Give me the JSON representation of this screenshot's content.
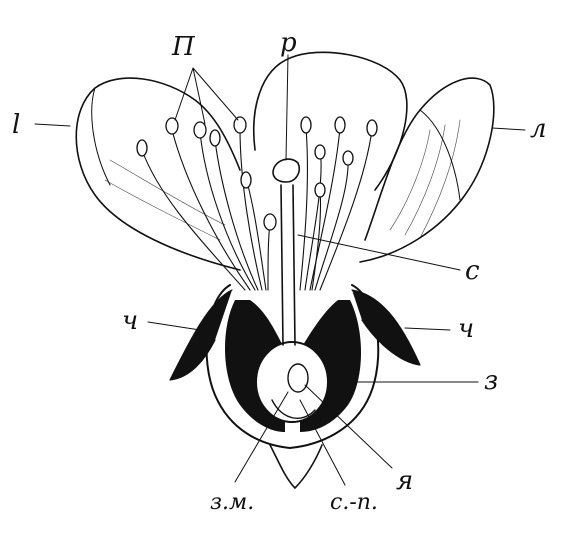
{
  "labels": {
    "stamens": "П",
    "pistil": "р",
    "petal_left": "l",
    "petal_right": "л",
    "style_c": "с",
    "sepal_left": "ч",
    "sepal_right": "ч",
    "ovary": "з",
    "ovule": "я",
    "ovary_wall": "з.м.",
    "receptacle": "с.-п."
  },
  "colors": {
    "ink": "#111111",
    "paper": "#ffffff"
  }
}
